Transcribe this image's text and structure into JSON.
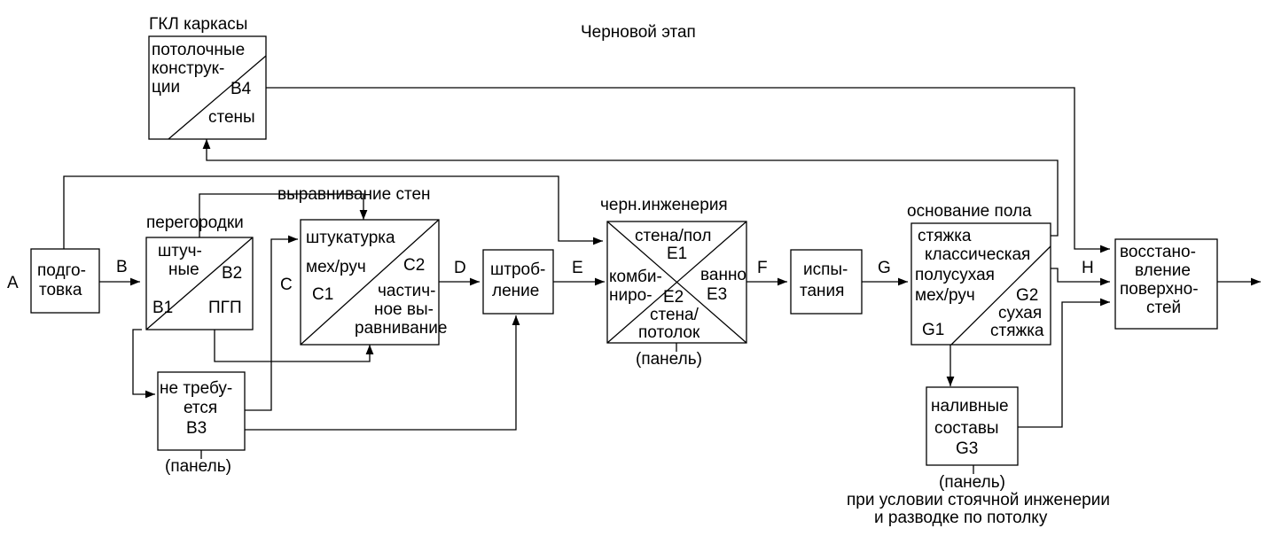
{
  "title": "Черновой этап",
  "letters": {
    "a": "A",
    "b": "B",
    "c": "C",
    "d": "D",
    "e": "E",
    "f": "F",
    "g": "G",
    "h": "H"
  },
  "gkl": {
    "caption": "ГКЛ каркасы",
    "line1": "потолочные",
    "line2": "конструк-",
    "line3": "ции",
    "code": "B4",
    "walls": "стены"
  },
  "prep": {
    "line1": "подго-",
    "line2": "товка"
  },
  "partitions": {
    "caption": "перегородки",
    "piece1": "штуч-",
    "piece2": "ные",
    "code_b2": "B2",
    "code_b1": "B1",
    "pgp": "ПГП"
  },
  "not_required": {
    "line1": "не требу-",
    "line2": "ется",
    "code": "B3",
    "note": "(панель)"
  },
  "walls_leveling": {
    "caption": "выравнивание стен",
    "plaster": "штукатурка",
    "mech": "мех/руч",
    "code_c2": "C2",
    "code_c1": "C1",
    "partial1": "частич-",
    "partial2": "ное вы-",
    "partial3": "равнивание"
  },
  "chasing": {
    "line1": "штроб-",
    "line2": "ление"
  },
  "rough_engineering": {
    "caption": "черн.инженерия",
    "wall_floor": "стена/пол",
    "code_e1": "E1",
    "combo1": "комби-",
    "combo2": "ниро-",
    "bath": "ванно",
    "code_e3": "E3",
    "code_e2": "E2",
    "wall_ceiling1": "стена/",
    "wall_ceiling2": "потолок",
    "note": "(панель)"
  },
  "tests": {
    "line1": "испы-",
    "line2": "тания"
  },
  "floor_base": {
    "caption": "основание пола",
    "screed": "стяжка",
    "classic": "классическая",
    "semi_dry": "полусухая",
    "mech": "мех/руч",
    "code_g2": "G2",
    "code_g1": "G1",
    "dry1": "сухая",
    "dry2": "стяжка"
  },
  "self_leveling": {
    "line1": "наливные",
    "line2": "составы",
    "code": "G3",
    "note": "(панель)",
    "condition1": "при условии стоячной инженерии",
    "condition2": "и разводке по потолку"
  },
  "restoration": {
    "line1": "восстано-",
    "line2": "вление",
    "line3": "поверхно-",
    "line4": "стей"
  }
}
